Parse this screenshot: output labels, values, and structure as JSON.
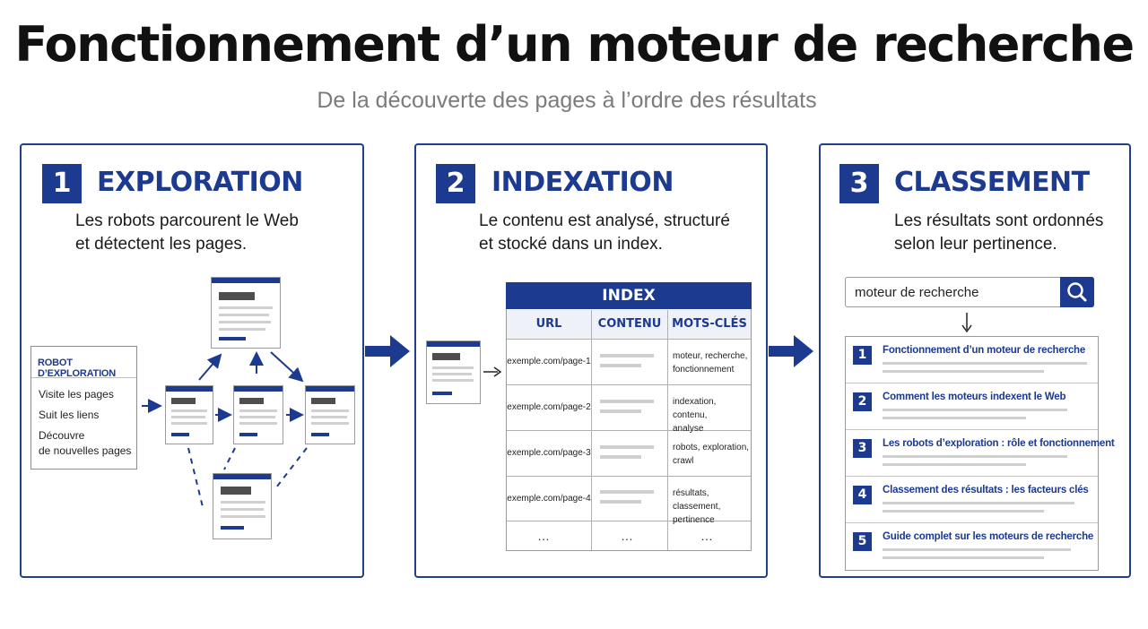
{
  "title": "Fonctionnement d’un moteur de recherche",
  "subtitle": "De la découverte des pages à l’ordre des résultats",
  "colors": {
    "accent": "#1c3a8f",
    "border": "#1f3f8c",
    "muted": "#7b7b7b"
  },
  "steps": [
    {
      "number": "1",
      "title": "EXPLORATION",
      "desc_lines": [
        "Les robots parcourent le Web",
        "et détectent les pages."
      ],
      "robot": {
        "title": "ROBOT D’EXPLORATION",
        "items": [
          "Visite les pages",
          "Suit les liens",
          "Découvre",
          "de nouvelles pages"
        ]
      }
    },
    {
      "number": "2",
      "title": "INDEXATION",
      "desc_lines": [
        "Le contenu est analysé, structuré",
        "et stocké dans un index."
      ],
      "index": {
        "title": "INDEX",
        "columns": [
          "URL",
          "CONTENU",
          "MOTS-CLÉS"
        ],
        "rows": [
          {
            "url": "exemple.com/page-1",
            "kw1": "moteur, recherche,",
            "kw2": "fonctionnement"
          },
          {
            "url": "exemple.com/page-2",
            "kw1": "indexation, contenu,",
            "kw2": "analyse"
          },
          {
            "url": "exemple.com/page-3",
            "kw1": "robots, exploration,",
            "kw2": "crawl"
          },
          {
            "url": "exemple.com/page-4",
            "kw1": "résultats, classement,",
            "kw2": "pertinence"
          }
        ],
        "ellipsis": "…"
      }
    },
    {
      "number": "3",
      "title": "CLASSEMENT",
      "desc_lines": [
        "Les résultats sont ordonnés",
        "selon leur pertinence."
      ],
      "search": {
        "query": "moteur de recherche"
      },
      "results": [
        {
          "num": "1",
          "title": "Fonctionnement d’un moteur de recherche"
        },
        {
          "num": "2",
          "title": "Comment les moteurs indexent le Web"
        },
        {
          "num": "3",
          "title": "Les robots d’exploration : rôle et fonctionnement"
        },
        {
          "num": "4",
          "title": "Classement des résultats : les facteurs clés"
        },
        {
          "num": "5",
          "title": "Guide complet sur les moteurs de recherche"
        }
      ]
    }
  ]
}
